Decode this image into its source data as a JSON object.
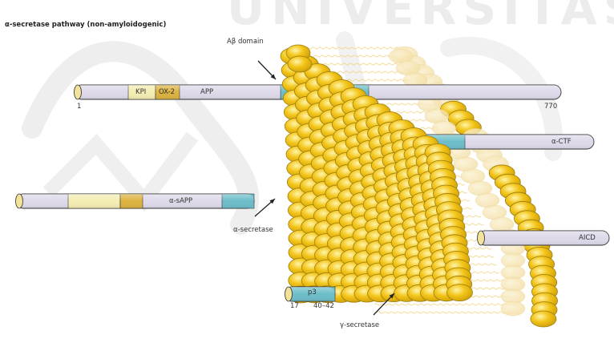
{
  "title": "α-secretase pathway (non-amyloidogenic)",
  "watermark": "UNIVERSITAS",
  "labels": {
    "abeta_domain": "Aβ domain",
    "alpha_secretase": "α-secretase",
    "gamma_secretase": "γ-secretase"
  },
  "app": {
    "kpi": "KPI",
    "ox2": "OX-2",
    "name": "APP",
    "start": "1",
    "end": "770"
  },
  "alpha_sapp": {
    "name": "α-sAPP"
  },
  "alpha_ctf": {
    "name": "α-CTF"
  },
  "aicd": {
    "name": "AICD"
  },
  "p3": {
    "name": "p3",
    "start": "17",
    "end": "40–42"
  },
  "colors": {
    "membrane_bead": "#f3c417",
    "membrane_bead_edge": "#9c7d10",
    "membrane_tail": "#f0cf7a",
    "protein_body": "#ddd9e9",
    "abeta_segment": "#6cbdc9",
    "kpi_segment": "#f4edb2",
    "ox2_segment": "#dcb23f",
    "end_cap": "#f2e29a"
  }
}
